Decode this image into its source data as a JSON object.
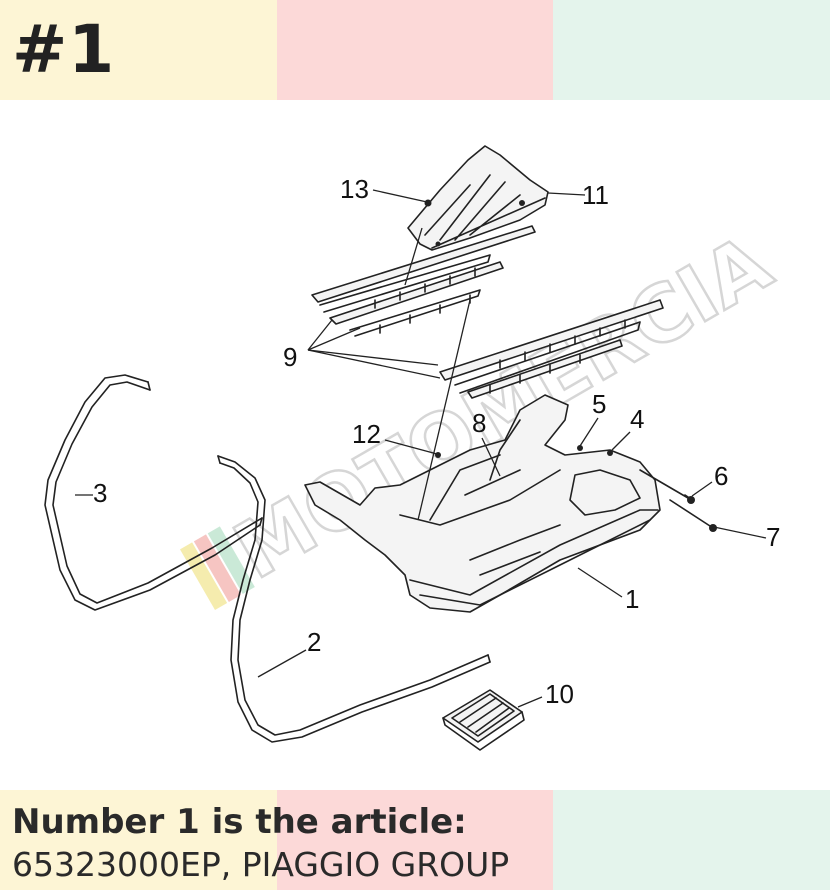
{
  "header": {
    "badge": "#1"
  },
  "colors": {
    "stripe_yellow": "#fdf5d5",
    "stripe_pink": "#fcd9d8",
    "stripe_mint": "#e4f4ec"
  },
  "diagram": {
    "watermark": "MOTOMERCIA",
    "callouts": [
      "1",
      "2",
      "3",
      "4",
      "5",
      "6",
      "7",
      "8",
      "9",
      "10",
      "11",
      "12",
      "13"
    ]
  },
  "caption": {
    "line1": "Number 1 is the article:",
    "line2": "65323000EP, PIAGGIO GROUP"
  }
}
